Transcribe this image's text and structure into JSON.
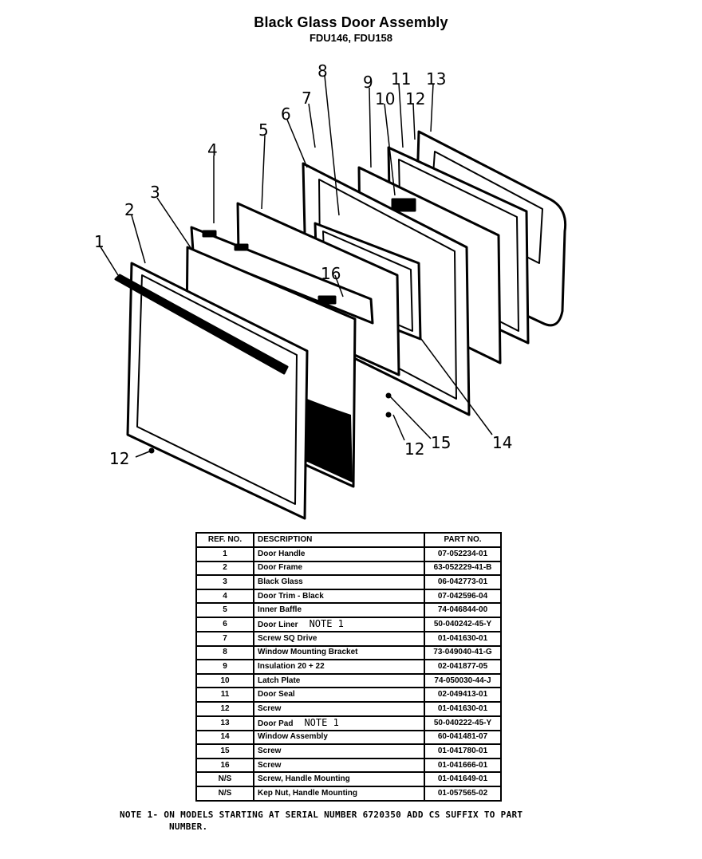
{
  "header": {
    "title": "Black Glass Door Assembly",
    "subtitle": "FDU146, FDU158"
  },
  "callouts": [
    "1",
    "2",
    "3",
    "4",
    "5",
    "6",
    "7",
    "8",
    "9",
    "10",
    "11",
    "12",
    "13",
    "16",
    "12",
    "15",
    "14",
    "12"
  ],
  "parts_table": {
    "columns": [
      "REF. NO.",
      "DESCRIPTION",
      "PART NO."
    ],
    "rows": [
      {
        "ref": "1",
        "desc": "Door Handle",
        "note": "",
        "part": "07-052234-01"
      },
      {
        "ref": "2",
        "desc": "Door Frame",
        "note": "",
        "part": "63-052229-41-B"
      },
      {
        "ref": "3",
        "desc": "Black Glass",
        "note": "",
        "part": "06-042773-01"
      },
      {
        "ref": "4",
        "desc": "Door Trim - Black",
        "note": "",
        "part": "07-042596-04"
      },
      {
        "ref": "5",
        "desc": "Inner Baffle",
        "note": "",
        "part": "74-046844-00"
      },
      {
        "ref": "6",
        "desc": "Door Liner",
        "note": "NOTE 1",
        "part": "50-040242-45-Y"
      },
      {
        "ref": "7",
        "desc": "Screw SQ Drive",
        "note": "",
        "part": "01-041630-01"
      },
      {
        "ref": "8",
        "desc": "Window Mounting Bracket",
        "note": "",
        "part": "73-049040-41-G"
      },
      {
        "ref": "9",
        "desc": "Insulation 20 + 22",
        "note": "",
        "part": "02-041877-05"
      },
      {
        "ref": "10",
        "desc": "Latch Plate",
        "note": "",
        "part": "74-050030-44-J"
      },
      {
        "ref": "11",
        "desc": "Door Seal",
        "note": "",
        "part": "02-049413-01"
      },
      {
        "ref": "12",
        "desc": "Screw",
        "note": "",
        "part": "01-041630-01"
      },
      {
        "ref": "13",
        "desc": "Door Pad",
        "note": "NOTE 1",
        "part": "50-040222-45-Y"
      },
      {
        "ref": "14",
        "desc": "Window Assembly",
        "note": "",
        "part": "60-041481-07"
      },
      {
        "ref": "15",
        "desc": "Screw",
        "note": "",
        "part": "01-041780-01"
      },
      {
        "ref": "16",
        "desc": "Screw",
        "note": "",
        "part": "01-041666-01"
      },
      {
        "ref": "N/S",
        "desc": "Screw, Handle Mounting",
        "note": "",
        "part": "01-041649-01"
      },
      {
        "ref": "N/S",
        "desc": "Kep Nut, Handle Mounting",
        "note": "",
        "part": "01-057565-02"
      }
    ]
  },
  "footnote": {
    "line1": "NOTE 1- ON MODELS STARTING AT SERIAL NUMBER 6720350 ADD CS SUFFIX TO PART",
    "line2": "NUMBER."
  }
}
